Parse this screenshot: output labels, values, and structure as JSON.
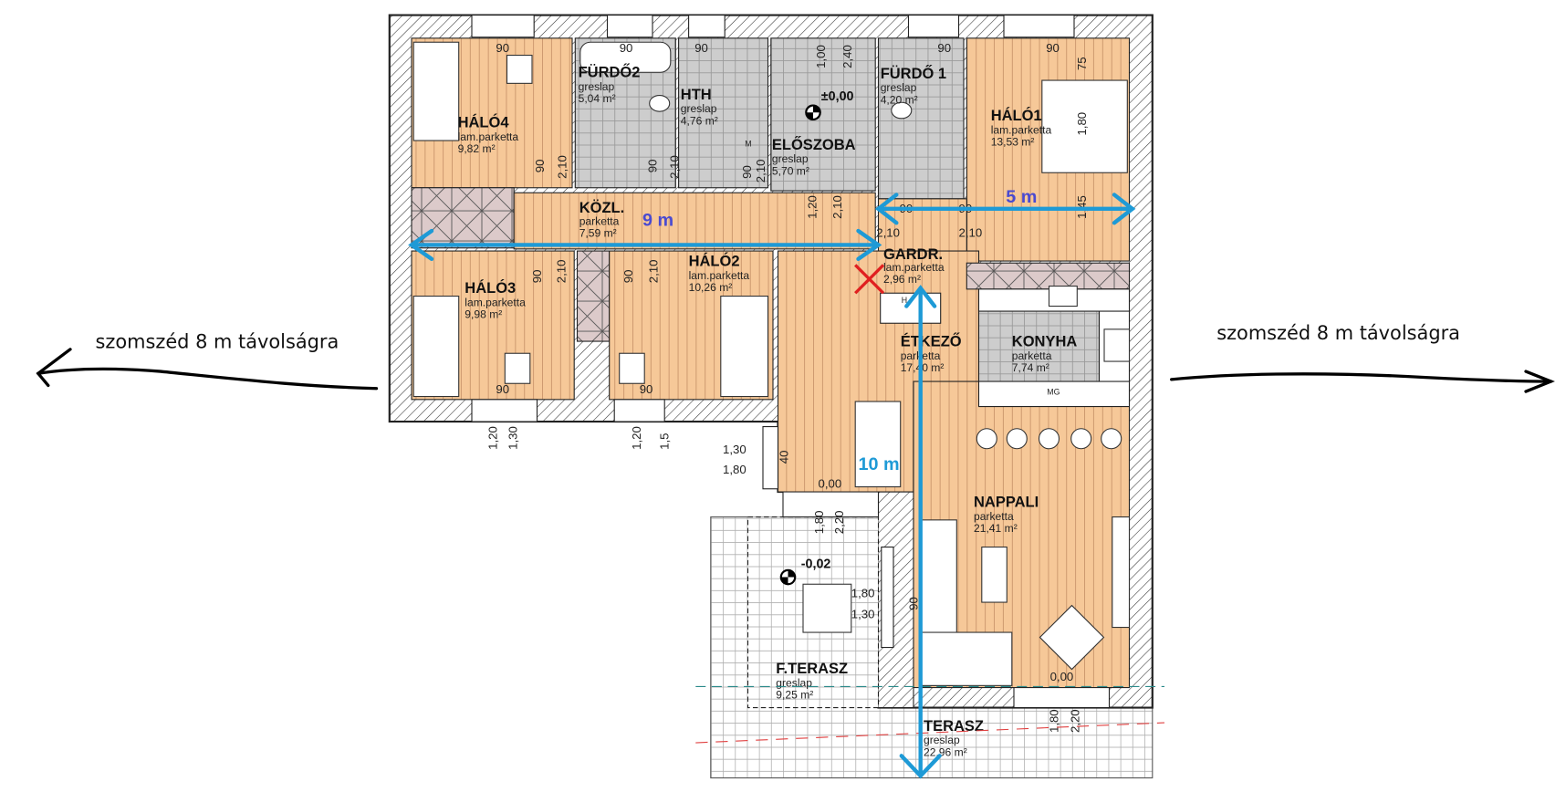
{
  "rooms": {
    "halo4": {
      "name": "HÁLÓ4",
      "floor": "lam.parketta",
      "area": "9,82 m²"
    },
    "furdo2": {
      "name": "FÜRDŐ2",
      "floor": "greslap",
      "area": "5,04 m²"
    },
    "hth": {
      "name": "HTH",
      "floor": "greslap",
      "area": "4,76 m²"
    },
    "eloszoba": {
      "name": "ELŐSZOBA",
      "floor": "greslap",
      "area": "5,70 m²"
    },
    "furdo1": {
      "name": "FÜRDŐ 1",
      "floor": "greslap",
      "area": "4,20 m²"
    },
    "halo1": {
      "name": "HÁLÓ1",
      "floor": "lam.parketta",
      "area": "13,53 m²"
    },
    "kozl": {
      "name": "KÖZL.",
      "floor": "parketta",
      "area": "7,59 m²"
    },
    "gardr": {
      "name": "GARDR.",
      "floor": "lam.parketta",
      "area": "2,96 m²"
    },
    "halo3": {
      "name": "HÁLÓ3",
      "floor": "lam.parketta",
      "area": "9,98 m²"
    },
    "halo2": {
      "name": "HÁLÓ2",
      "floor": "lam.parketta",
      "area": "10,26 m²"
    },
    "etkezo": {
      "name": "ÉTKEZŐ",
      "floor": "parketta",
      "area": "17,40 m²"
    },
    "konyha": {
      "name": "KONYHA",
      "floor": "parketta",
      "area": "7,74 m²"
    },
    "nappali": {
      "name": "NAPPALI",
      "floor": "parketta",
      "area": "21,41 m²"
    },
    "fterasz": {
      "name": "F.TERASZ",
      "floor": "greslap",
      "area": "9,25 m²"
    },
    "terasz": {
      "name": "TERASZ",
      "floor": "greslap",
      "area": "22,96 m²"
    }
  },
  "levels": {
    "entrance": "±0,00",
    "covered_terrace": "-0,02"
  },
  "appliances": {
    "dishwasher": "MG",
    "fridge": "H",
    "washer": "M"
  },
  "dimensions": [
    "90",
    "90",
    "90",
    "90",
    "90",
    "1,00",
    "2,40",
    "75",
    "1,80",
    "1,45",
    "90",
    "2,10",
    "90",
    "2,10",
    "90",
    "2,10",
    "1,20",
    "2,10",
    "90",
    "2,10",
    "90",
    "2,10",
    "90",
    "2,10",
    "90",
    "2,10",
    "90",
    "90",
    "1,20",
    "1,30",
    "1,20",
    "1,5",
    "1,30",
    "1,80",
    "40",
    "0,00",
    "1,80",
    "2,20",
    "1,80",
    "1,30",
    "90",
    "0,00",
    "1,80",
    "2,20"
  ],
  "annotations": {
    "width_west": "9 m",
    "width_east": "5 m",
    "depth": "10 m",
    "neighbor_left": "szomszéd 8 m távolságra",
    "neighbor_right": "szomszéd 8 m távolságra"
  },
  "colors": {
    "measure_blue": "#1e9ad6",
    "label_purple": "#4a4ad0",
    "marker_red": "#e02020",
    "wood": "#f6c898",
    "tile": "#cdcdcd"
  }
}
